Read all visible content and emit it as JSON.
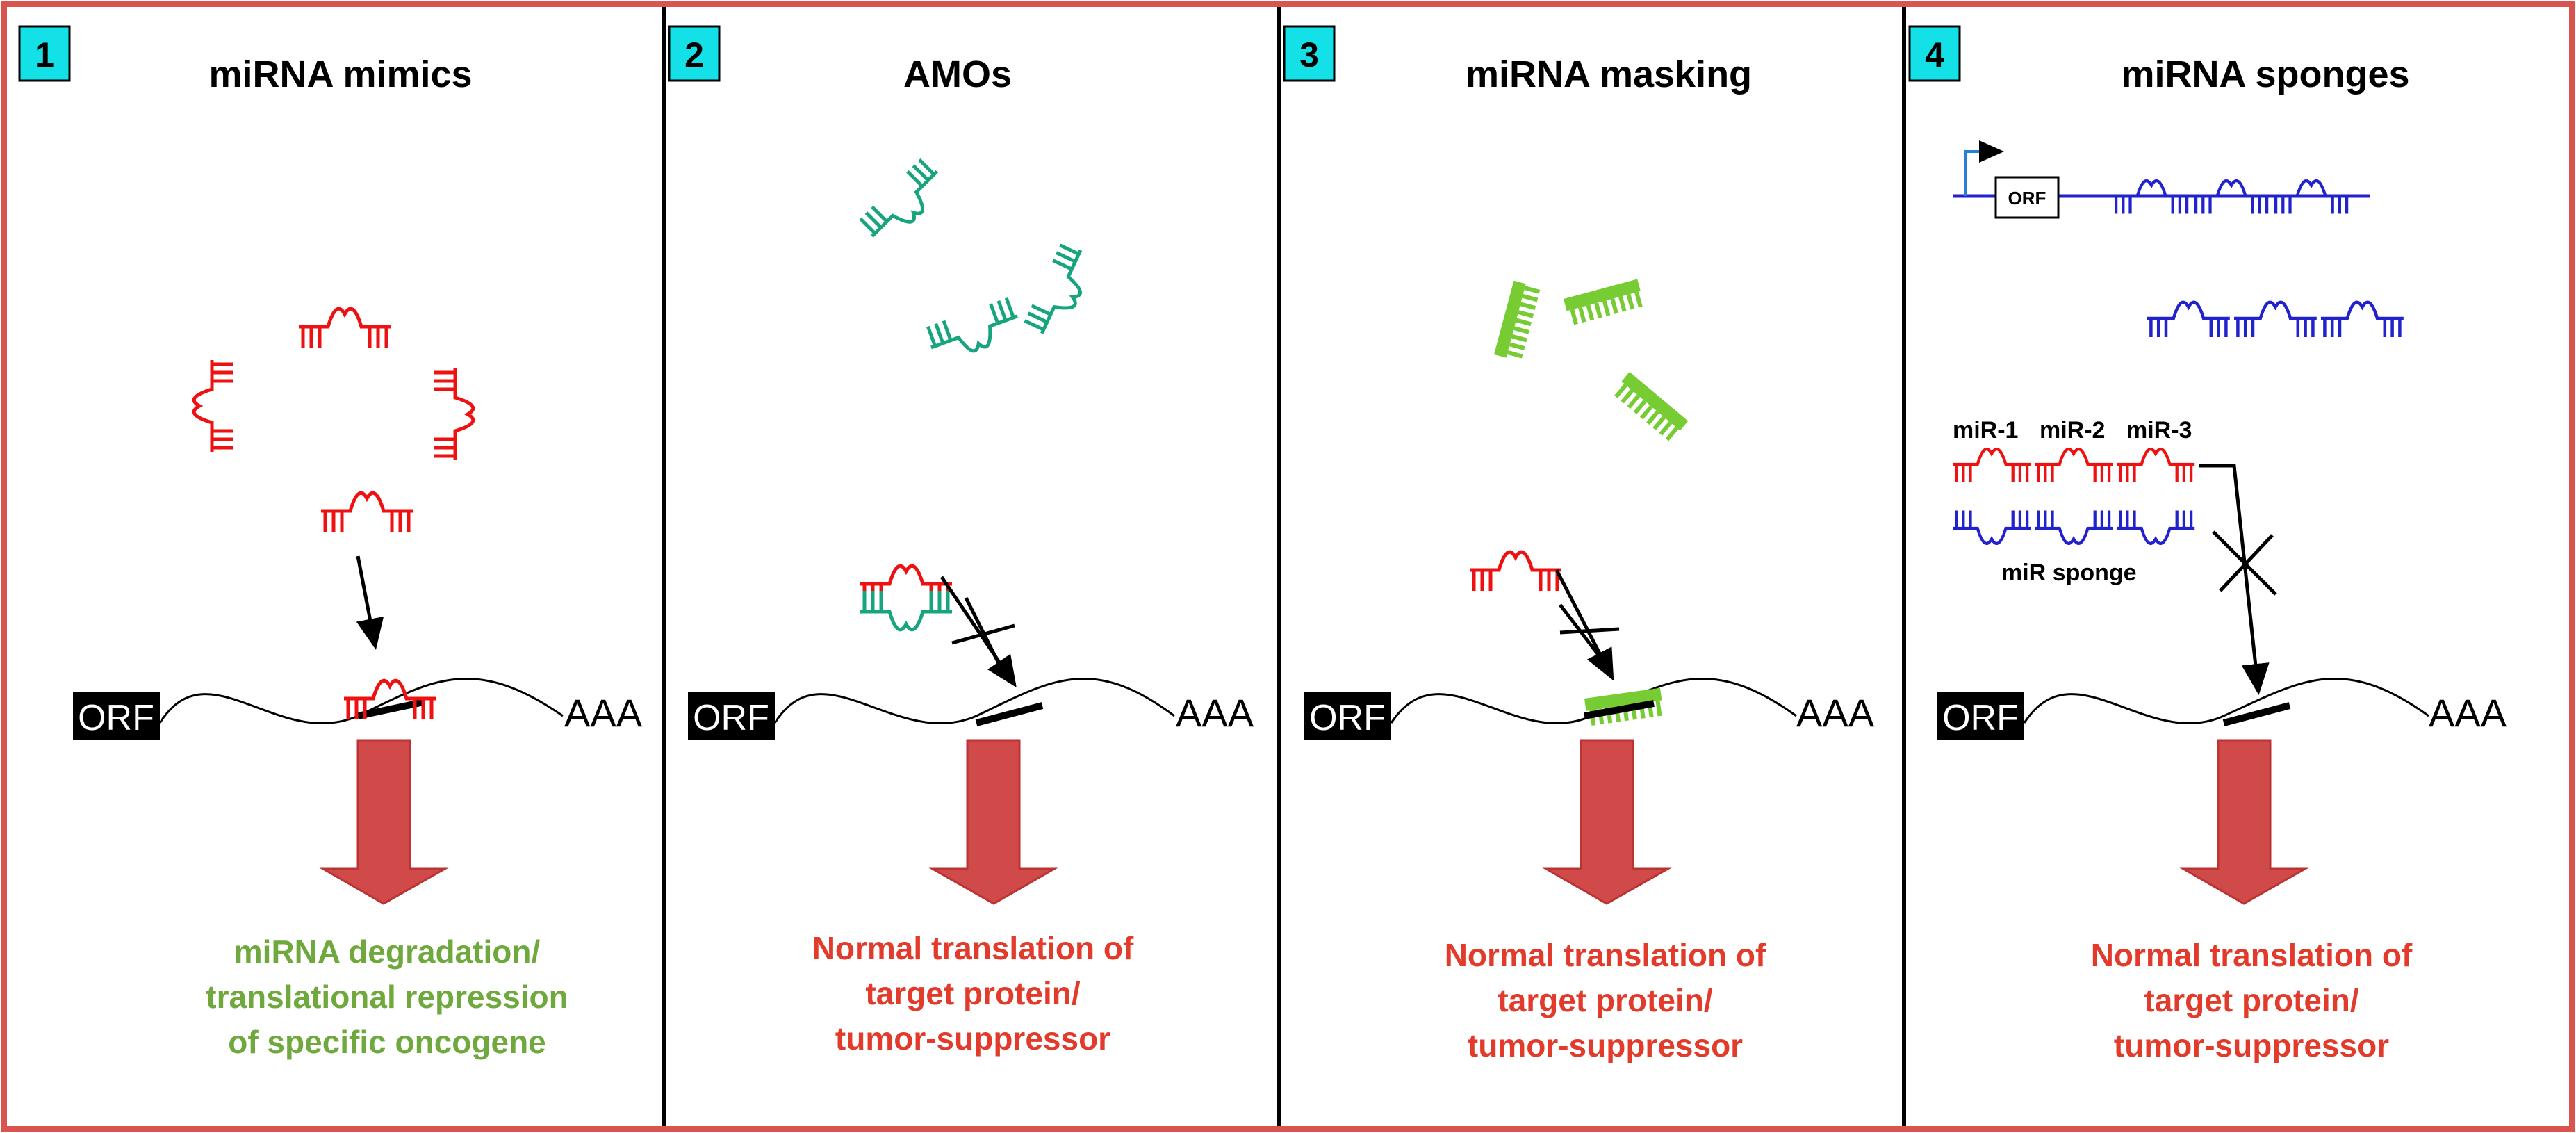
{
  "colors": {
    "frame": "#d9534f",
    "arrow": "#d04a4a",
    "mirna_red": "#ee1111",
    "amo_teal": "#17a57f",
    "mask_green": "#77cc33",
    "sponge_blue": "#2222cc",
    "badge_cyan": "#14e0e8",
    "outcome_green": "#6fa83c",
    "outcome_red": "#e23a2b"
  },
  "panels": [
    {
      "number": "1",
      "title": "miRNA mimics",
      "orf": "ORF",
      "poly_a": "AAA",
      "outcome": [
        "miRNA degradation/",
        "translational repression",
        "of specific oncogene"
      ]
    },
    {
      "number": "2",
      "title": "AMOs",
      "orf": "ORF",
      "poly_a": "AAA",
      "outcome": [
        "Normal translation of",
        "target protein/",
        "tumor-suppressor"
      ]
    },
    {
      "number": "3",
      "title": "miRNA masking",
      "orf": "ORF",
      "poly_a": "AAA",
      "outcome": [
        "Normal translation of",
        "target protein/",
        "tumor-suppressor"
      ]
    },
    {
      "number": "4",
      "title": "miRNA sponges",
      "orf": "ORF",
      "poly_a": "AAA",
      "construct_orf": "ORF",
      "mir_labels": [
        "miR-1",
        "miR-2",
        "miR-3"
      ],
      "sponge_label": "miR sponge",
      "outcome": [
        "Normal translation of",
        "target protein/",
        "tumor-suppressor"
      ]
    }
  ]
}
